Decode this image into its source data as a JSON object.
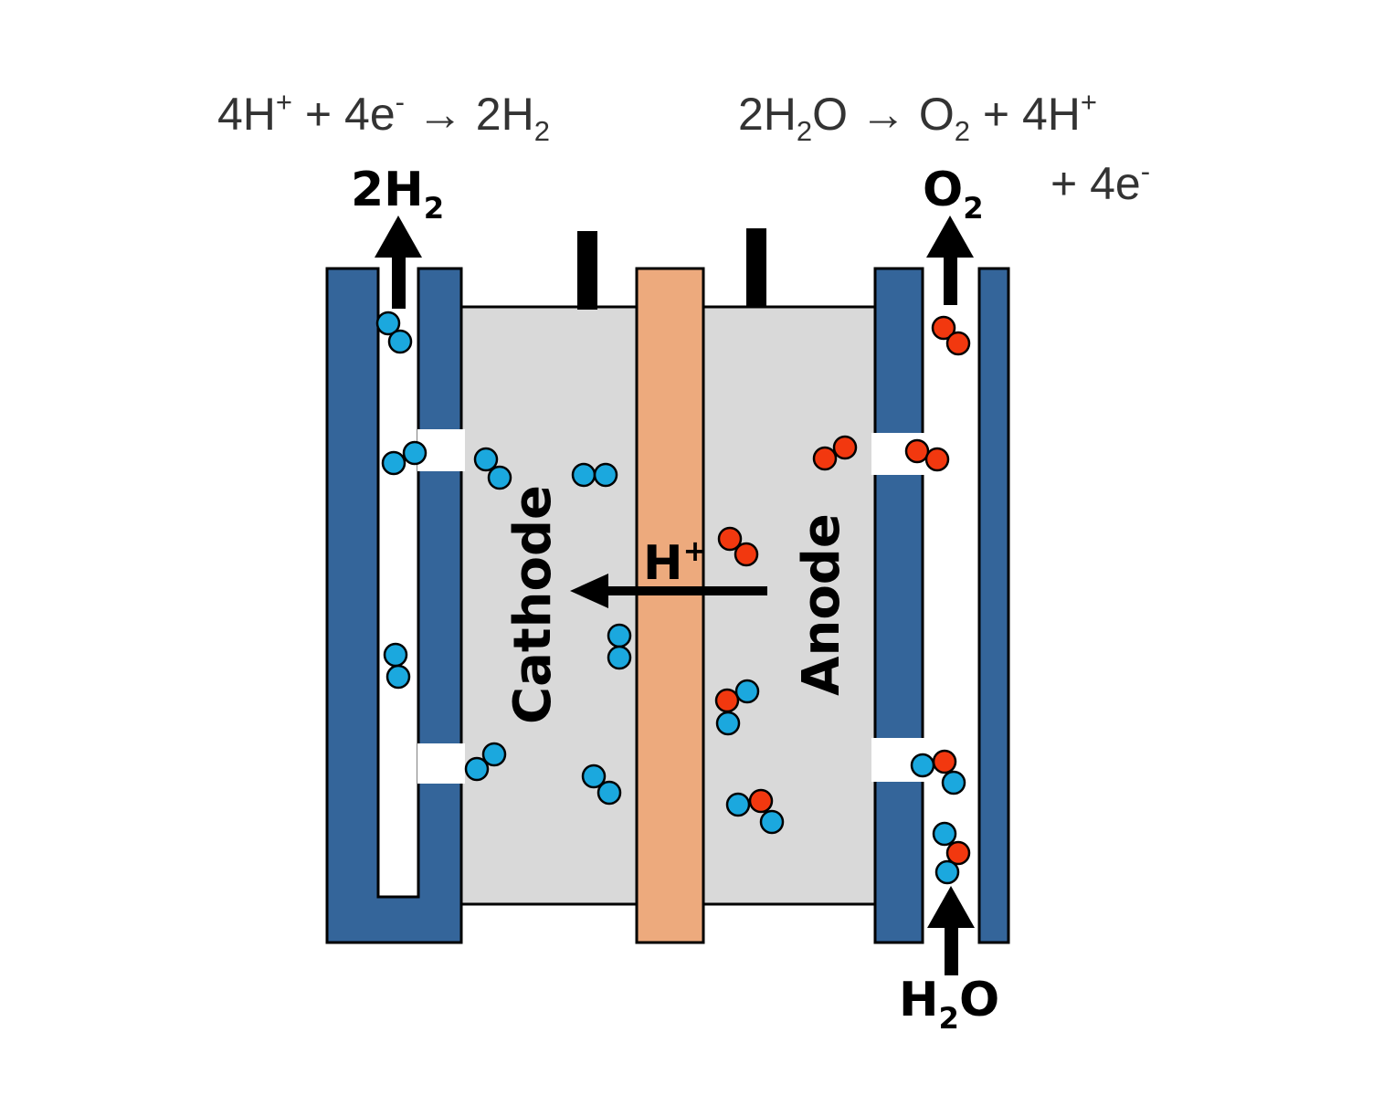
{
  "equations": {
    "cathode_reaction": {
      "prefix": "4H",
      "sup1": "+",
      "mid": " + 4e",
      "sup2": "-",
      "arrow": " → ",
      "product": "2H",
      "sub1": "2"
    },
    "anode_reaction": {
      "line1_a": "2H",
      "line1_sub1": "2",
      "line1_b": "O → O",
      "line1_sub2": "2",
      "line1_c": " + 4H",
      "line1_sup": "+",
      "line2_a": "+ 4e",
      "line2_sup": "-"
    }
  },
  "labels": {
    "h2_out": {
      "main": "2H",
      "sub": "2"
    },
    "o2_out": {
      "main": "O",
      "sub": "2"
    },
    "h2o_in": {
      "a": "H",
      "sub": "2",
      "b": "O"
    },
    "proton": {
      "main": "H",
      "sup": "+"
    },
    "cathode": "Cathode",
    "anode": "Anode"
  },
  "colors": {
    "plate_blue": "#34659A",
    "electrolyte_gray": "#D9D9D9",
    "membrane_orange": "#EDAA7D",
    "hydrogen_atom": "#1BA8DE",
    "oxygen_atom": "#F2380F",
    "outline": "#000000"
  },
  "icons": {
    "h2_molecule": "two blue circles",
    "o2_molecule": "two red circles",
    "h2o_molecule": "one red circle with two blue circles",
    "flow_arrow": "black arrow"
  }
}
